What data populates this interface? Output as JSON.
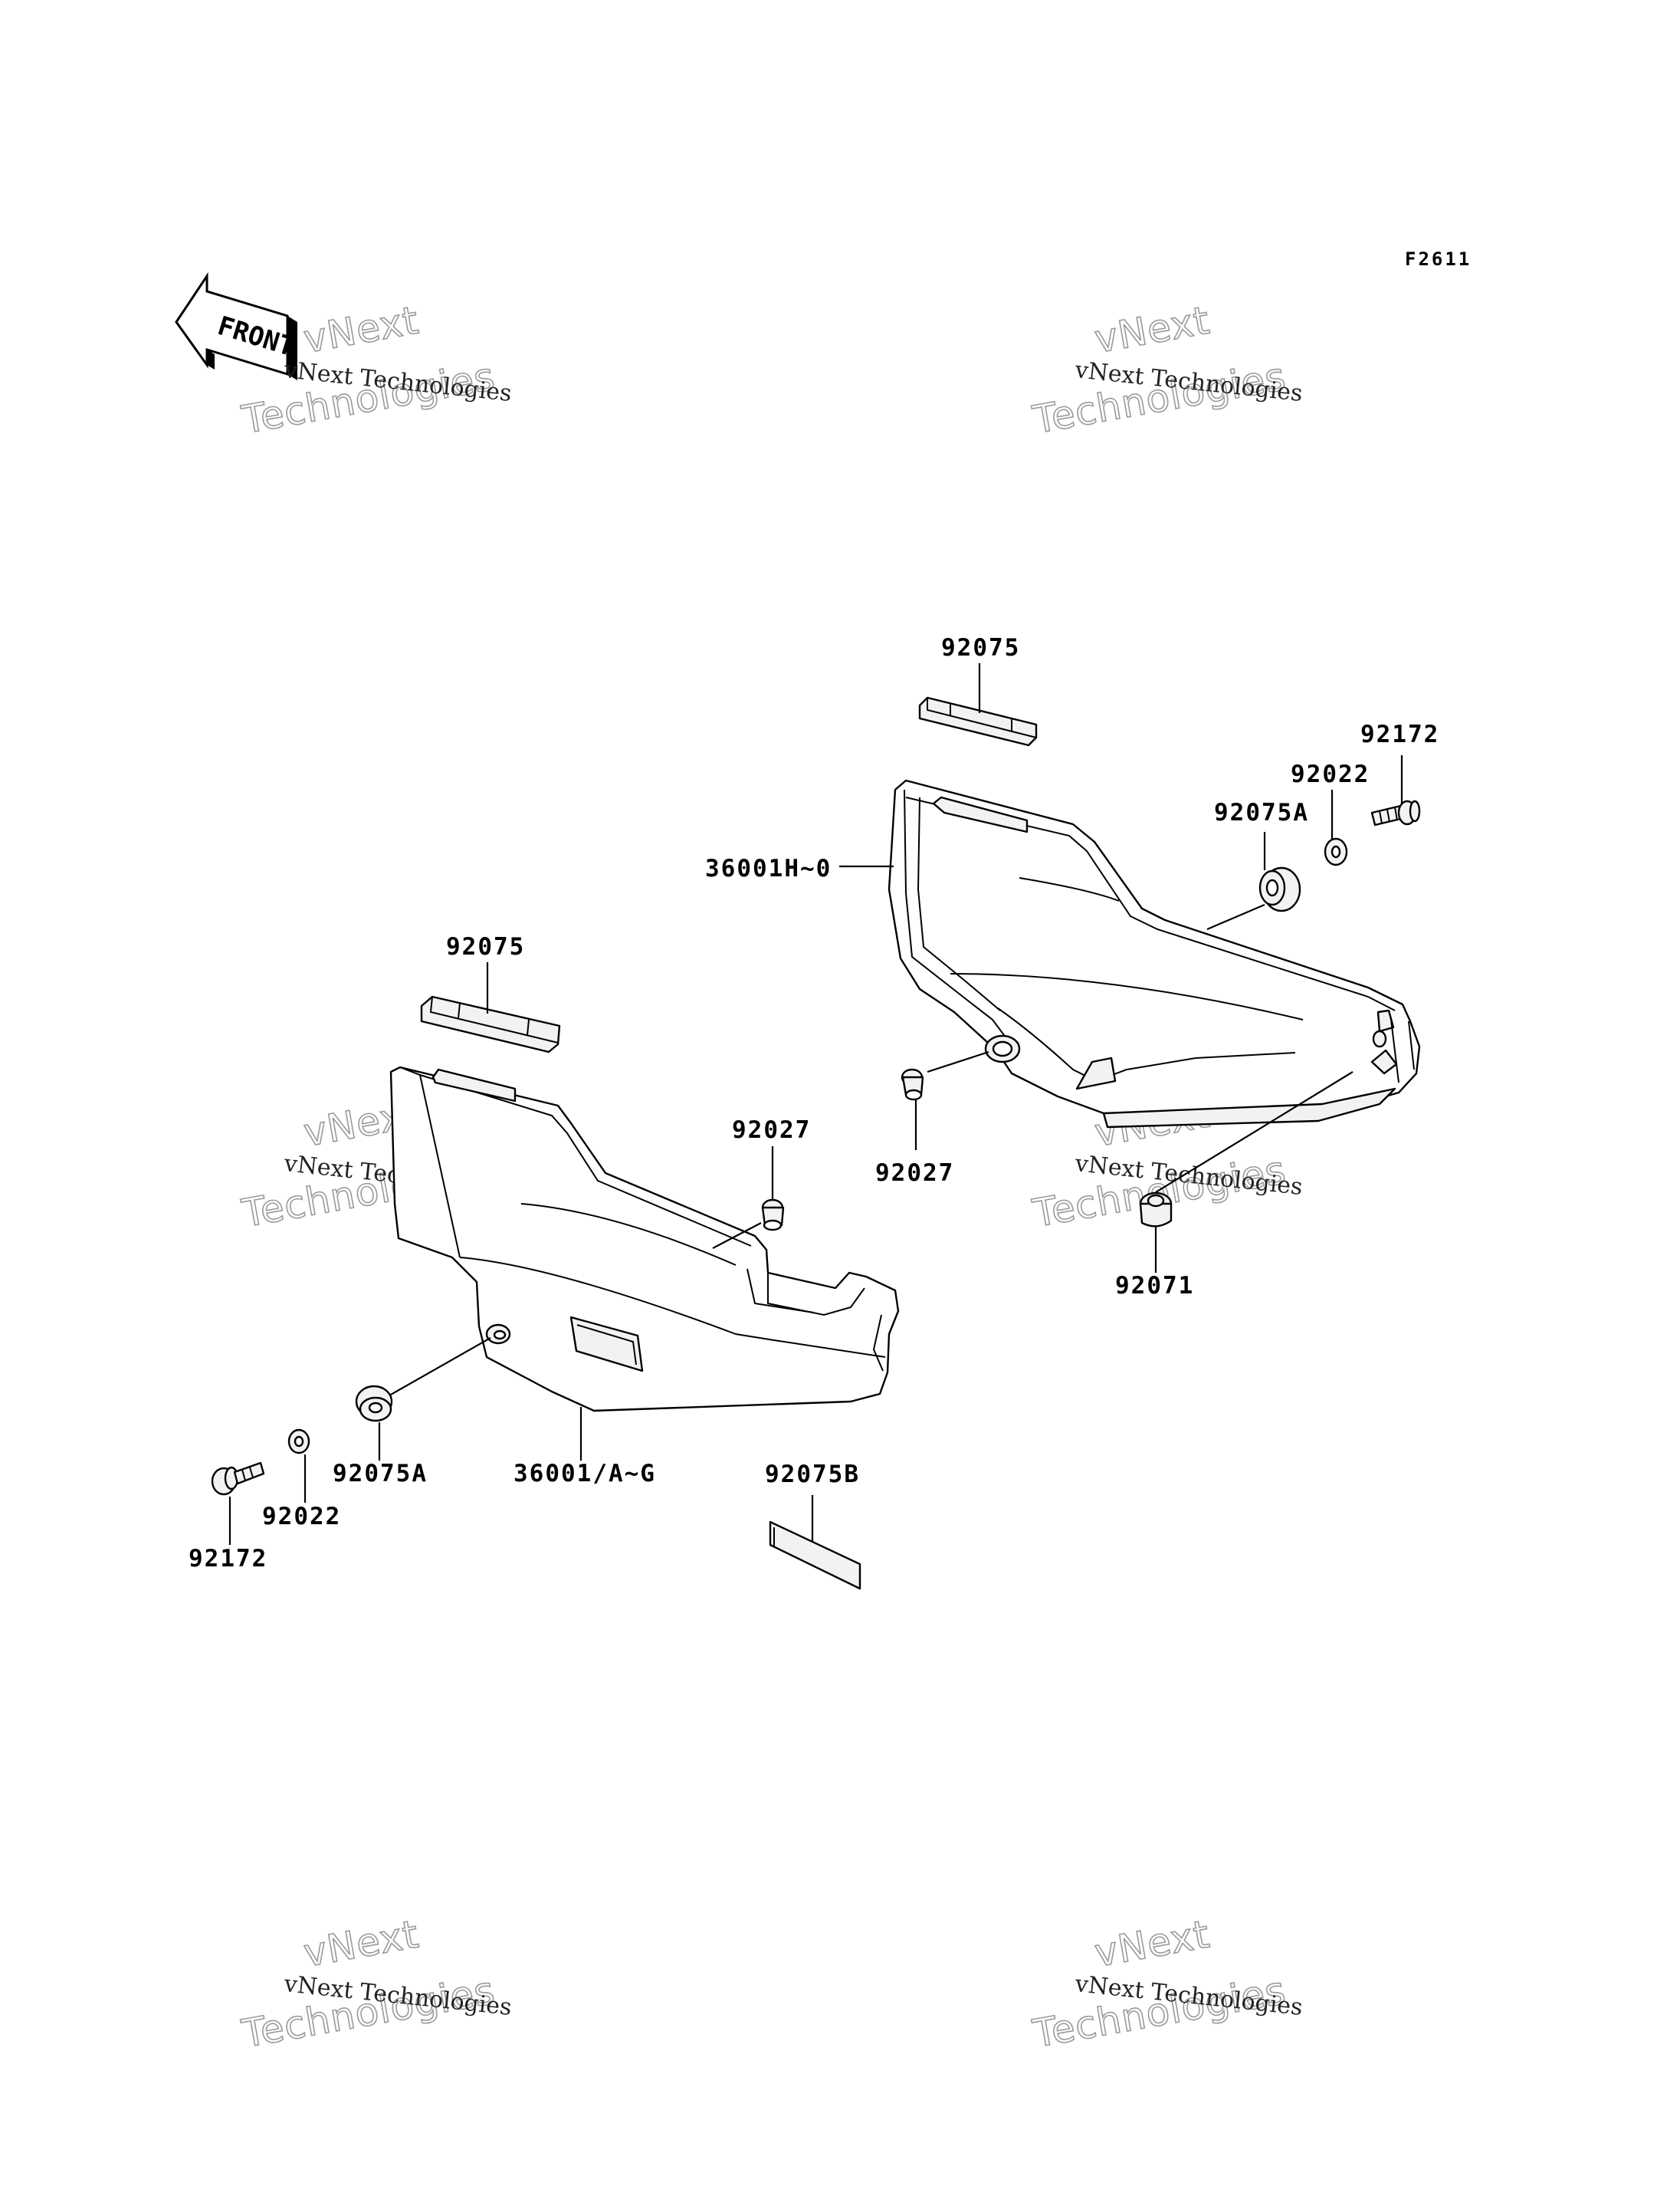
{
  "figure_code": "F2611",
  "front_label": "FRONT",
  "watermark": {
    "small": "vNext Technologies",
    "big_line1": "vNext",
    "big_line2": "Technologies"
  },
  "parts": {
    "right_bar": "92075",
    "right_bolt": "92172",
    "right_washer": "92022",
    "right_grommet": "92075A",
    "right_cover": "36001H~0",
    "right_collar": "92027",
    "right_damper": "92071",
    "left_bar": "92075",
    "left_collar": "92027",
    "left_grommet": "92075A",
    "left_cover": "36001/A~G",
    "left_pad": "92075B",
    "left_washer": "92022",
    "left_bolt": "92172"
  }
}
